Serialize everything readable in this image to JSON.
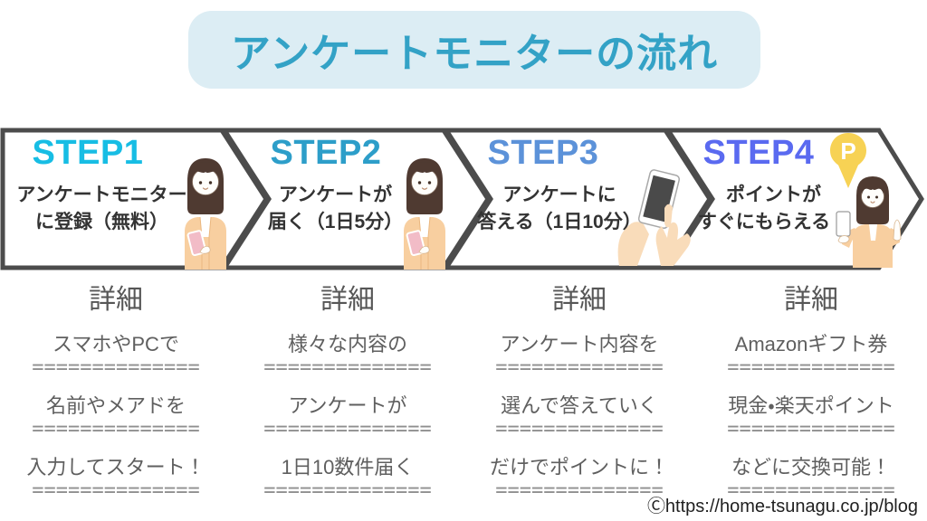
{
  "title": {
    "text": "アンケートモニターの流れ"
  },
  "colors": {
    "title_text": "#33a2c6",
    "title_bg": "#dcedf4",
    "chevron_border": "#4c4c4c",
    "step1": "#17bde4",
    "step2": "#2d9ec9",
    "step3": "#5c92d9",
    "step4": "#5a6af0",
    "pin_yellow": "#f7d254"
  },
  "steps": [
    {
      "label": "STEP1",
      "color": "#17bde4",
      "line1": "アンケートモニター",
      "line2": "に登録（無料）",
      "illustration": "woman-with-phone"
    },
    {
      "label": "STEP2",
      "color": "#2d9ec9",
      "line1": "アンケートが",
      "line2": "届く（1日5分）",
      "illustration": "woman-with-phone"
    },
    {
      "label": "STEP3",
      "color": "#5c92d9",
      "line1": "アンケートに",
      "line2": "答える（1日10分）",
      "illustration": "hands-tapping-phone"
    },
    {
      "label": "STEP4",
      "color": "#5a6af0",
      "line1": "ポイントが",
      "line2": "すぐにもらえる！",
      "illustration": "point-pin-and-woman"
    }
  ],
  "details": {
    "heading": "詳細",
    "divider": "==============",
    "columns": [
      {
        "lines": [
          "スマホやPCで",
          "名前やメアドを",
          "入力してスタート！"
        ]
      },
      {
        "lines": [
          "様々な内容の",
          "アンケートが",
          "1日10数件届く"
        ]
      },
      {
        "lines": [
          "アンケート内容を",
          "選んで答えていく",
          "だけでポイントに！"
        ]
      },
      {
        "lines": [
          "Amazonギフト券",
          "現金・楽天ポイント",
          "などに交換可能！"
        ]
      }
    ]
  },
  "footer": {
    "credit": "Ⓒhttps://home-tsunagu.co.jp/blog"
  },
  "pin_letter": "P"
}
